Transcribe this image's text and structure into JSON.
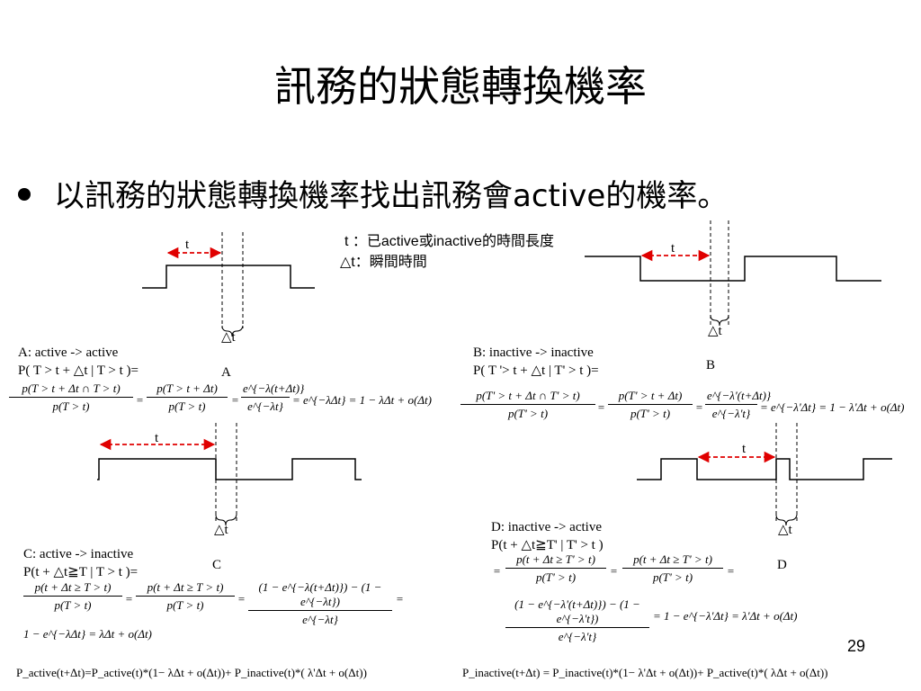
{
  "slide": {
    "title": "訊務的狀態轉換機率",
    "bullet": "以訊務的狀態轉換機率找出訊務會active的機率。",
    "page_number": "29"
  },
  "legend": {
    "t_line": "t  ：已active或inactive的時間長度",
    "dt_line": "△t：瞬間時間"
  },
  "labels": {
    "t": "t",
    "dt": "△t"
  },
  "cases": {
    "A": {
      "letter": "A",
      "title": "A: active -> active",
      "prob": "P( T > t + △t | T > t )="
    },
    "B": {
      "letter": "B",
      "title": "B: inactive -> inactive",
      "prob": "P( T '> t + △t | T' > t )="
    },
    "C": {
      "letter": "C",
      "title": "C: active -> inactive",
      "prob": "P(t + △t≧T | T > t )="
    },
    "D": {
      "letter": "D",
      "title": "D: inactive -> active",
      "prob": "P(t + △t≧T' | T' > t )"
    }
  },
  "equations": {
    "A": {
      "f1_num": "p(T > t + Δt ∩ T > t)",
      "f1_den": "p(T > t)",
      "f2_num": "p(T > t + Δt)",
      "f2_den": "p(T > t)",
      "f3_num": "e^{−λ(t+Δt)}",
      "f3_den": "e^{−λt}",
      "tail": "= e^{−λΔt} = 1 − λΔt + o(Δt)"
    },
    "B": {
      "f1_num": "p(T' > t + Δt ∩ T' > t)",
      "f1_den": "p(T' > t)",
      "f2_num": "p(T' > t + Δt)",
      "f2_den": "p(T' > t)",
      "f3_num": "e^{−λ'(t+Δt)}",
      "f3_den": "e^{−λ't}",
      "tail": "= e^{−λ'Δt} = 1 − λ'Δt + o(Δt)"
    },
    "C": {
      "f1_num": "p(t + Δt ≥ T > t)",
      "f1_den": "p(T > t)",
      "f2_num": "p(t + Δt ≥ T > t)",
      "f2_den": "p(T > t)",
      "f3_num": "(1 − e^{−λ(t+Δt)}) − (1 − e^{−λt})",
      "f3_den": "e^{−λt}",
      "tail": "1 − e^{−λΔt} = λΔt + o(Δt)"
    },
    "D": {
      "f1_num": "p(t + Δt ≥ T' > t)",
      "f1_den": "p(T' > t)",
      "f2_num": "p(t + Δt ≥ T' > t)",
      "f2_den": "p(T' > t)",
      "f3_num": "(1 − e^{−λ'(t+Δt)}) − (1 − e^{−λ't})",
      "f3_den": "e^{−λ't}",
      "tail": "= 1 − e^{−λ'Δt} = λ'Δt + o(Δt)"
    }
  },
  "bottom": {
    "left": "P_active(t+Δt)=P_active(t)*(1− λΔt + o(Δt))+ P_inactive(t)*( λ'Δt + o(Δt))",
    "right": "P_inactive(t+Δt) = P_inactive(t)*(1− λ'Δt + o(Δt))+ P_active(t)*( λΔt + o(Δt))"
  },
  "colors": {
    "arrow": "#e00000",
    "line": "#000000"
  }
}
